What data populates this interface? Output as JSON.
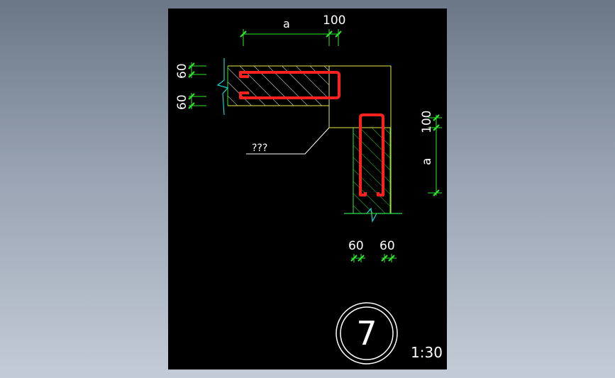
{
  "drawing": {
    "background": "#000000",
    "colors": {
      "dimension": "#2ee82e",
      "rebar": "#ff2020",
      "outline": "#e8e84a",
      "hatch": "#ffffff",
      "break_line": "#19d4d4",
      "label": "#ffffff"
    },
    "dimensions": {
      "top_a": "a",
      "top_100": "100",
      "left_upper_60": "60",
      "left_lower_60": "60",
      "right_100": "100",
      "right_a": "a",
      "bottom_left_60": "60",
      "bottom_right_60": "60"
    },
    "leader_label": "???",
    "detail_number": "7",
    "scale": "1:30"
  }
}
